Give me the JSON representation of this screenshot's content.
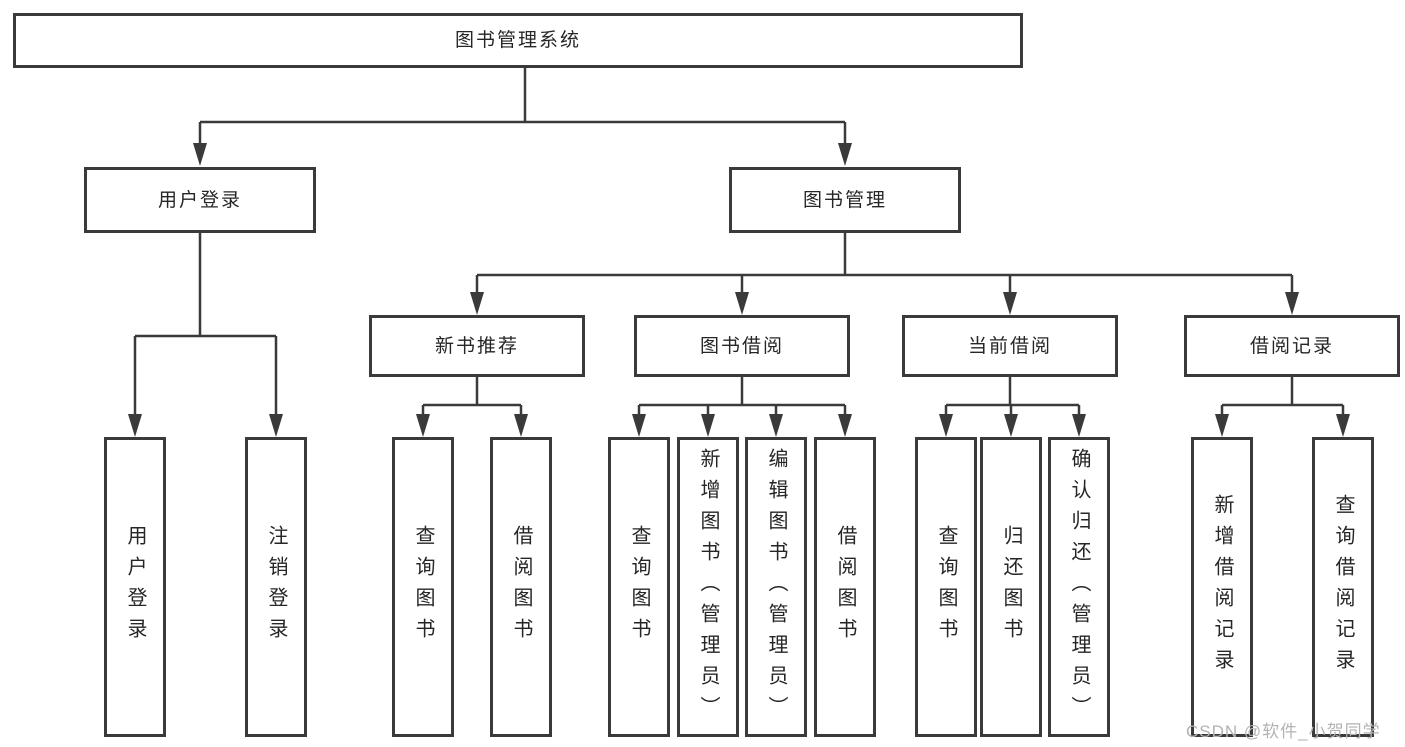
{
  "diagram": {
    "colors": {
      "line": "#3a3a3a",
      "box_border": "#3a3a3a",
      "text": "#262626",
      "watermark_text_color": "#b3b3b3",
      "background": "#ffffff"
    },
    "watermark": "CSDN @软件_小贺同学",
    "tree": {
      "root": {
        "label": "图书管理系统"
      },
      "branches": [
        {
          "label": "用户登录",
          "children": [
            {
              "label": "用户登录"
            },
            {
              "label": "注销登录"
            }
          ]
        },
        {
          "label": "图书管理",
          "children": [
            {
              "label": "新书推荐",
              "children": [
                {
                  "label": "查询图书"
                },
                {
                  "label": "借阅图书"
                }
              ]
            },
            {
              "label": "图书借阅",
              "children": [
                {
                  "label": "查询图书"
                },
                {
                  "label": "新增图书（管理员）"
                },
                {
                  "label": "编辑图书（管理员）"
                },
                {
                  "label": "借阅图书"
                }
              ]
            },
            {
              "label": "当前借阅",
              "children": [
                {
                  "label": "查询图书"
                },
                {
                  "label": "归还图书"
                },
                {
                  "label": "确认归还（管理员）"
                }
              ]
            },
            {
              "label": "借阅记录",
              "children": [
                {
                  "label": "新增借阅记录"
                },
                {
                  "label": "查询借阅记录"
                }
              ]
            }
          ]
        }
      ]
    }
  }
}
